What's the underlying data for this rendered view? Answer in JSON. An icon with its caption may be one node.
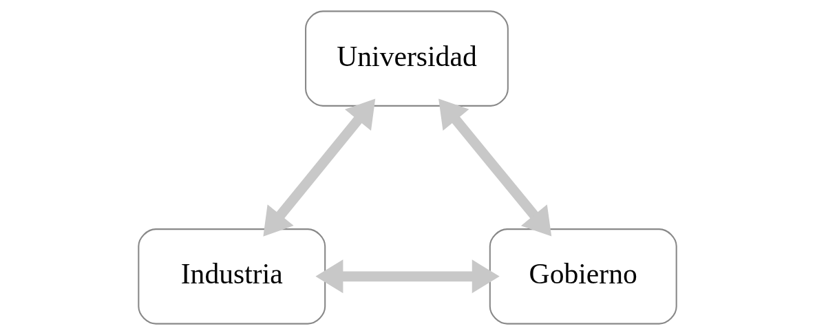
{
  "diagram": {
    "nodes": [
      {
        "text": [
          "Universidad"
        ]
      },
      {
        "text": [
          "Industria"
        ]
      },
      {
        "text": [
          "Gobierno"
        ]
      }
    ],
    "edges": [
      {
        "from": 1,
        "to": 0,
        "arrow": "both"
      },
      {
        "from": 0,
        "to": 2,
        "arrow": "both"
      },
      {
        "from": 1,
        "to": 2,
        "arrow": "both"
      }
    ]
  }
}
